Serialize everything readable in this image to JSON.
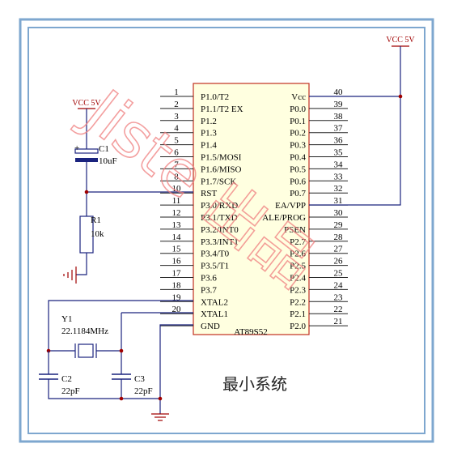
{
  "vcc_top": "VCC 5V",
  "vcc_left": "VCC 5V",
  "chip": {
    "name": "AT89S52",
    "left_pins": [
      {
        "num": "1",
        "label": "P1.0/T2"
      },
      {
        "num": "2",
        "label": "P1.1/T2 EX"
      },
      {
        "num": "3",
        "label": "P1.2"
      },
      {
        "num": "4",
        "label": "P1.3"
      },
      {
        "num": "5",
        "label": "P1.4"
      },
      {
        "num": "6",
        "label": "P1.5/MOSI"
      },
      {
        "num": "7",
        "label": "P1.6/MISO"
      },
      {
        "num": "8",
        "label": "P1.7/SCK"
      },
      {
        "num": "10",
        "label": "RST"
      },
      {
        "num": "11",
        "label": "P3.0/RXD"
      },
      {
        "num": "12",
        "label": "P3.1/TXD"
      },
      {
        "num": "13",
        "label": "P3.2/INT0"
      },
      {
        "num": "14",
        "label": "P3.3/INT1"
      },
      {
        "num": "15",
        "label": "P3.4/T0"
      },
      {
        "num": "16",
        "label": "P3.5/T1"
      },
      {
        "num": "17",
        "label": "P3.6"
      },
      {
        "num": "18",
        "label": "P3.7"
      },
      {
        "num": "19",
        "label": "XTAL2"
      },
      {
        "num": "20",
        "label": "XTAL1"
      },
      {
        "num": "",
        "label": "GND"
      }
    ],
    "right_pins": [
      {
        "num": "40",
        "label": "Vcc"
      },
      {
        "num": "39",
        "label": "P0.0"
      },
      {
        "num": "38",
        "label": "P0.1"
      },
      {
        "num": "37",
        "label": "P0.2"
      },
      {
        "num": "36",
        "label": "P0.3"
      },
      {
        "num": "35",
        "label": "P0.4"
      },
      {
        "num": "34",
        "label": "P0.5"
      },
      {
        "num": "33",
        "label": "P0.6"
      },
      {
        "num": "32",
        "label": "P0.7"
      },
      {
        "num": "31",
        "label": "EA/VPP"
      },
      {
        "num": "30",
        "label": "ALE/PROG"
      },
      {
        "num": "29",
        "label": "PSEN"
      },
      {
        "num": "28",
        "label": "P2.7"
      },
      {
        "num": "27",
        "label": "P2.6"
      },
      {
        "num": "26",
        "label": "P2.5"
      },
      {
        "num": "25",
        "label": "P2.4"
      },
      {
        "num": "24",
        "label": "P2.3"
      },
      {
        "num": "23",
        "label": "P2.2"
      },
      {
        "num": "22",
        "label": "P2.1"
      },
      {
        "num": "21",
        "label": "P2.0"
      }
    ]
  },
  "c1": {
    "name": "C1",
    "value": "10uF"
  },
  "r1": {
    "name": "R1",
    "value": "10k"
  },
  "y1": {
    "name": "Y1",
    "value": "22.1184MHz"
  },
  "c2": {
    "name": "C2",
    "value": "22pF"
  },
  "c3": {
    "name": "C3",
    "value": "22pF"
  },
  "caption": "最小系统",
  "watermark": "Jiste 出品",
  "colors": {
    "frame": "#7ea7cf",
    "wire": "#1a237e",
    "watermark": "#f08080",
    "chip_fill": "#ffffe0",
    "chip_border": "#c03020"
  }
}
